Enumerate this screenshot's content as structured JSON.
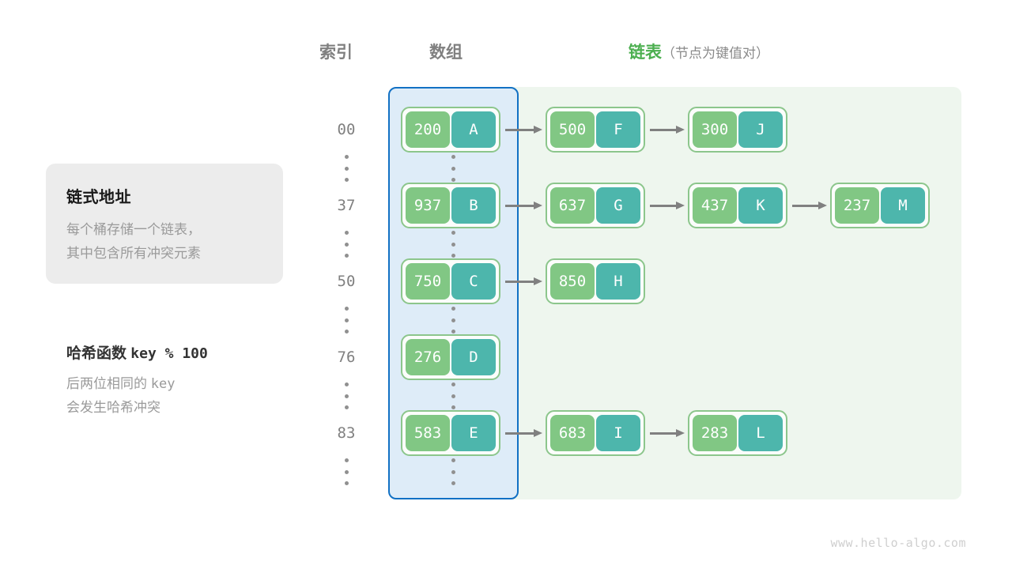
{
  "headers": {
    "index": "索引",
    "array": "数组",
    "list_main": "链表",
    "list_sub": "（节点为键值对）"
  },
  "info_card": {
    "title": "链式地址",
    "line1": "每个桶存储一个链表，",
    "line2": "其中包含所有冲突元素"
  },
  "hash_note": {
    "title_label": "哈希函数",
    "title_code": "key % 100",
    "line1_text": "后两位相同的",
    "line1_code": "key",
    "line2": "会发生哈希冲突"
  },
  "colors": {
    "key_cell": "#81c784",
    "value_cell": "#4db6ac",
    "node_border": "#8cc68c",
    "array_panel_bg": "#deecf8",
    "array_panel_border": "#1271c4",
    "list_panel_bg": "#eef6ee",
    "accent_green": "#4caf50",
    "arrow": "#808080",
    "muted_text": "#9a9a9a"
  },
  "buckets": [
    {
      "index": "00",
      "bucket_node": {
        "key": "200",
        "value": "A"
      },
      "chain": [
        {
          "key": "500",
          "value": "F"
        },
        {
          "key": "300",
          "value": "J"
        }
      ]
    },
    {
      "index": "37",
      "bucket_node": {
        "key": "937",
        "value": "B"
      },
      "chain": [
        {
          "key": "637",
          "value": "G"
        },
        {
          "key": "437",
          "value": "K"
        },
        {
          "key": "237",
          "value": "M"
        }
      ]
    },
    {
      "index": "50",
      "bucket_node": {
        "key": "750",
        "value": "C"
      },
      "chain": [
        {
          "key": "850",
          "value": "H"
        }
      ]
    },
    {
      "index": "76",
      "bucket_node": {
        "key": "276",
        "value": "D"
      },
      "chain": []
    },
    {
      "index": "83",
      "bucket_node": {
        "key": "583",
        "value": "E"
      },
      "chain": [
        {
          "key": "683",
          "value": "I"
        },
        {
          "key": "283",
          "value": "L"
        }
      ]
    }
  ],
  "ellipsis_symbol": "⋮",
  "watermark": "www.hello-algo.com"
}
